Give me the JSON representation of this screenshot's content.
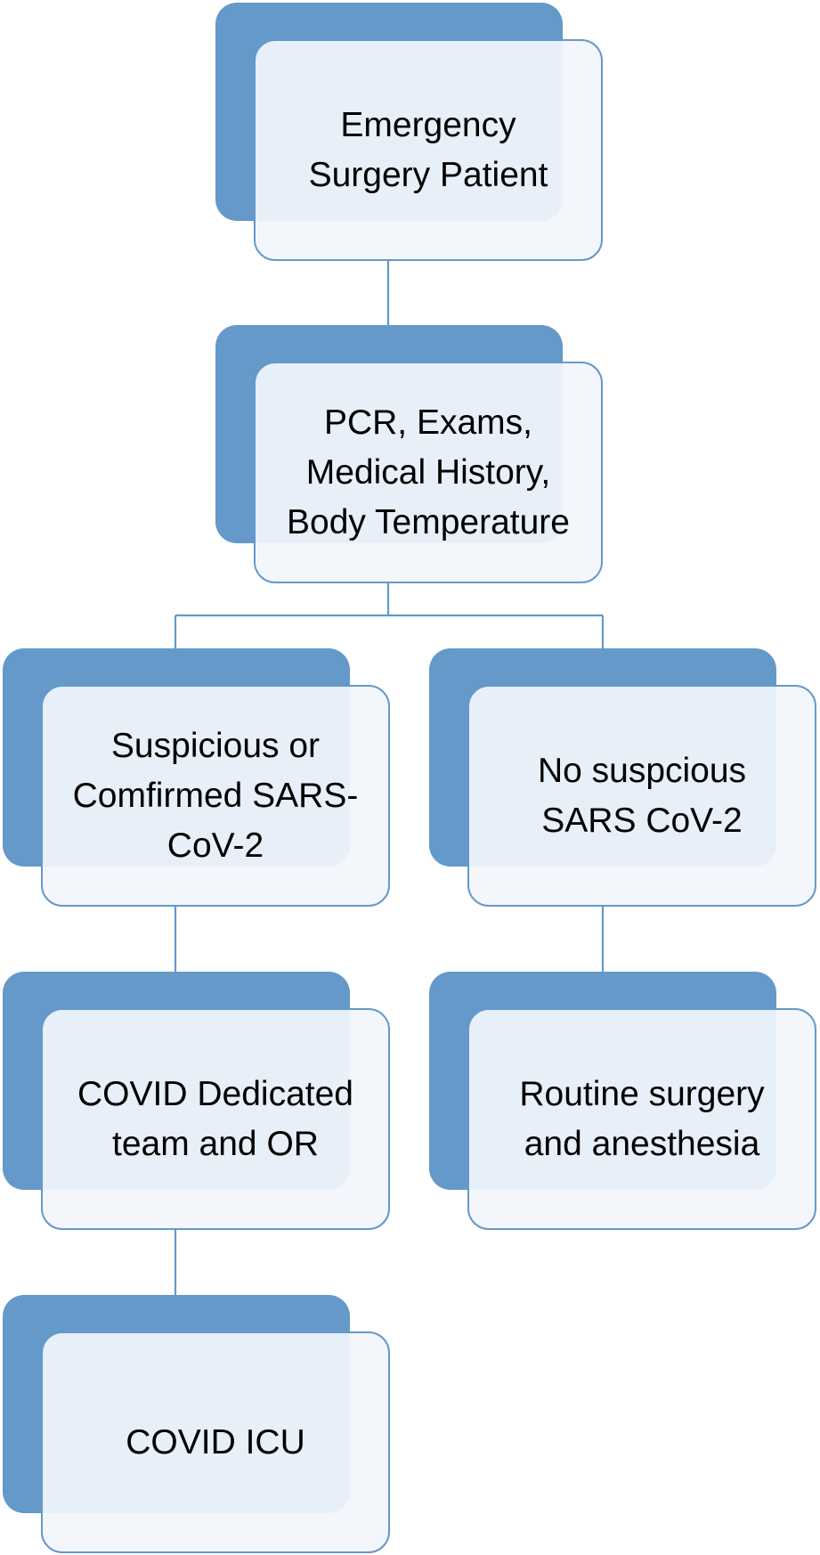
{
  "colors": {
    "back_fill": "#6499c9",
    "front_border": "#6499c9",
    "connector": "#6499c9",
    "text": "#000000"
  },
  "nodes": {
    "emergency": {
      "label": "Emergency\nSurgery Patient"
    },
    "assessment": {
      "label": "PCR, Exams,\nMedical History,\nBody Temperature"
    },
    "suspicious": {
      "label": "Suspicious or\nComfirmed SARS-\nCoV-2"
    },
    "not_suspicious": {
      "label": "No suspcious\nSARS CoV-2"
    },
    "covid_team": {
      "label": "COVID Dedicated\nteam and OR"
    },
    "routine": {
      "label": "Routine surgery\nand anesthesia"
    },
    "covid_icu": {
      "label": "COVID ICU"
    }
  }
}
